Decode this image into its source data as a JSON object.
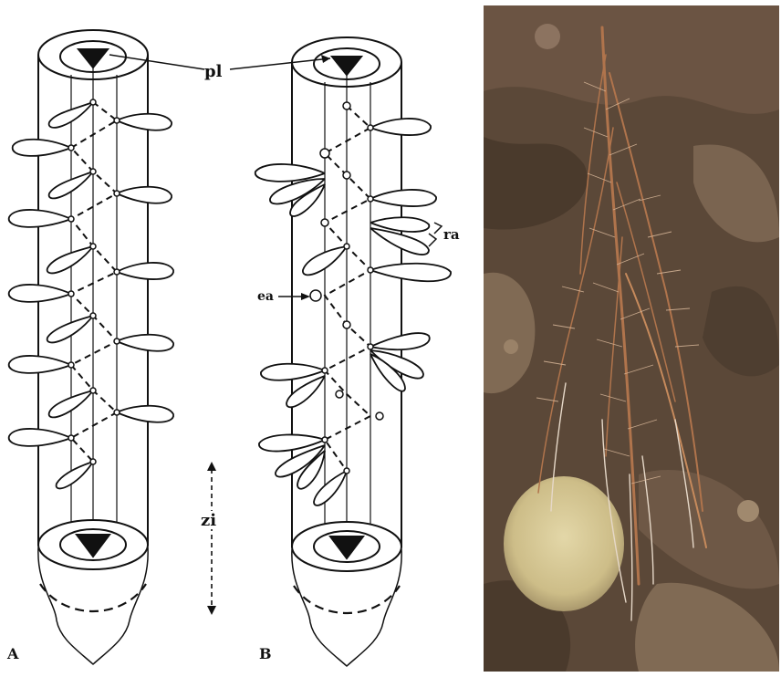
{
  "labels": {
    "pl": "pl",
    "ra": "ra",
    "ea": "ea",
    "zi": "zi",
    "panel_a": "A",
    "panel_b": "B"
  },
  "colors": {
    "ink": "#111111",
    "paper": "#ffffff",
    "soil_dark": "#4a3a2c",
    "soil_mid": "#7a6450",
    "soil_light": "#a08a70",
    "root_brown": "#b0744c",
    "root_pale": "#e6d8c8",
    "stone": "#cfc08e"
  }
}
